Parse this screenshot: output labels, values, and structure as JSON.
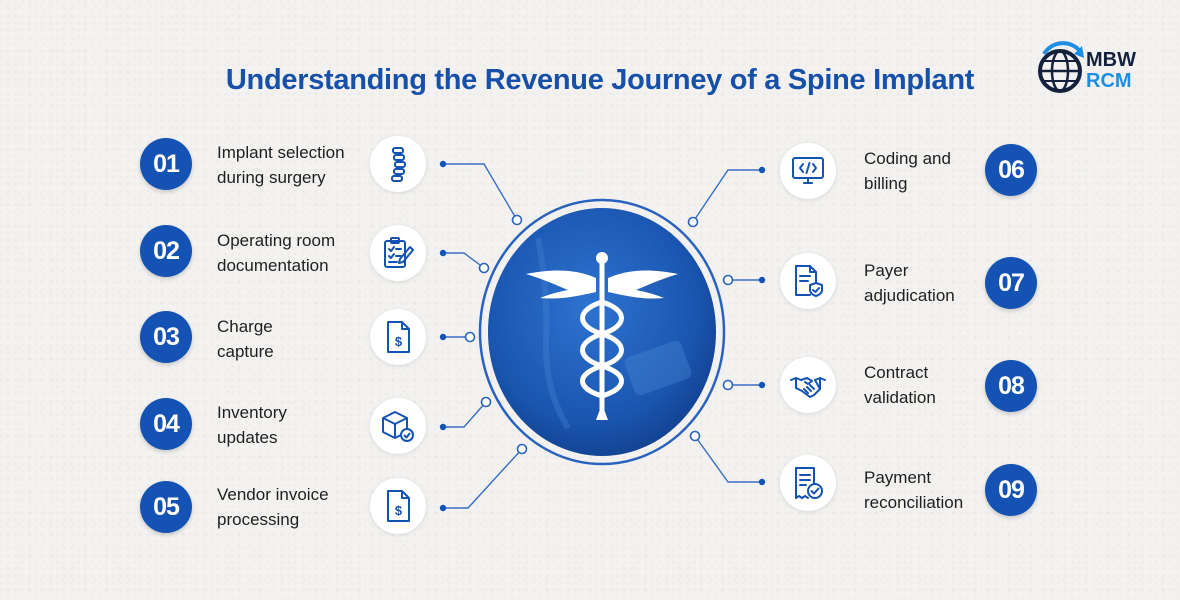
{
  "title": "Understanding the Revenue Journey of a Spine Implant",
  "logo": {
    "line1": "MBW",
    "line2": "RCM"
  },
  "colors": {
    "primary": "#1453b3",
    "title": "#1750a8",
    "logo_dark": "#14213d",
    "logo_accent": "#1d8fe3"
  },
  "steps": [
    {
      "number": "01",
      "line1": "Implant selection",
      "line2": "during surgery",
      "icon": "spine-icon"
    },
    {
      "number": "02",
      "line1": "Operating room",
      "line2": "documentation",
      "icon": "clipboard-icon"
    },
    {
      "number": "03",
      "line1": "Charge",
      "line2": "capture",
      "icon": "dollar-document-icon"
    },
    {
      "number": "04",
      "line1": "Inventory",
      "line2": "updates",
      "icon": "box-check-icon"
    },
    {
      "number": "05",
      "line1": "Vendor invoice",
      "line2": "processing",
      "icon": "dollar-document-icon"
    },
    {
      "number": "06",
      "line1": "Coding and",
      "line2": "billing",
      "icon": "code-monitor-icon"
    },
    {
      "number": "07",
      "line1": "Payer",
      "line2": "adjudication",
      "icon": "shield-document-icon"
    },
    {
      "number": "08",
      "line1": "Contract",
      "line2": "validation",
      "icon": "handshake-icon"
    },
    {
      "number": "09",
      "line1": "Payment",
      "line2": "reconciliation",
      "icon": "receipt-check-icon"
    }
  ],
  "hub_icon": "caduceus-icon"
}
